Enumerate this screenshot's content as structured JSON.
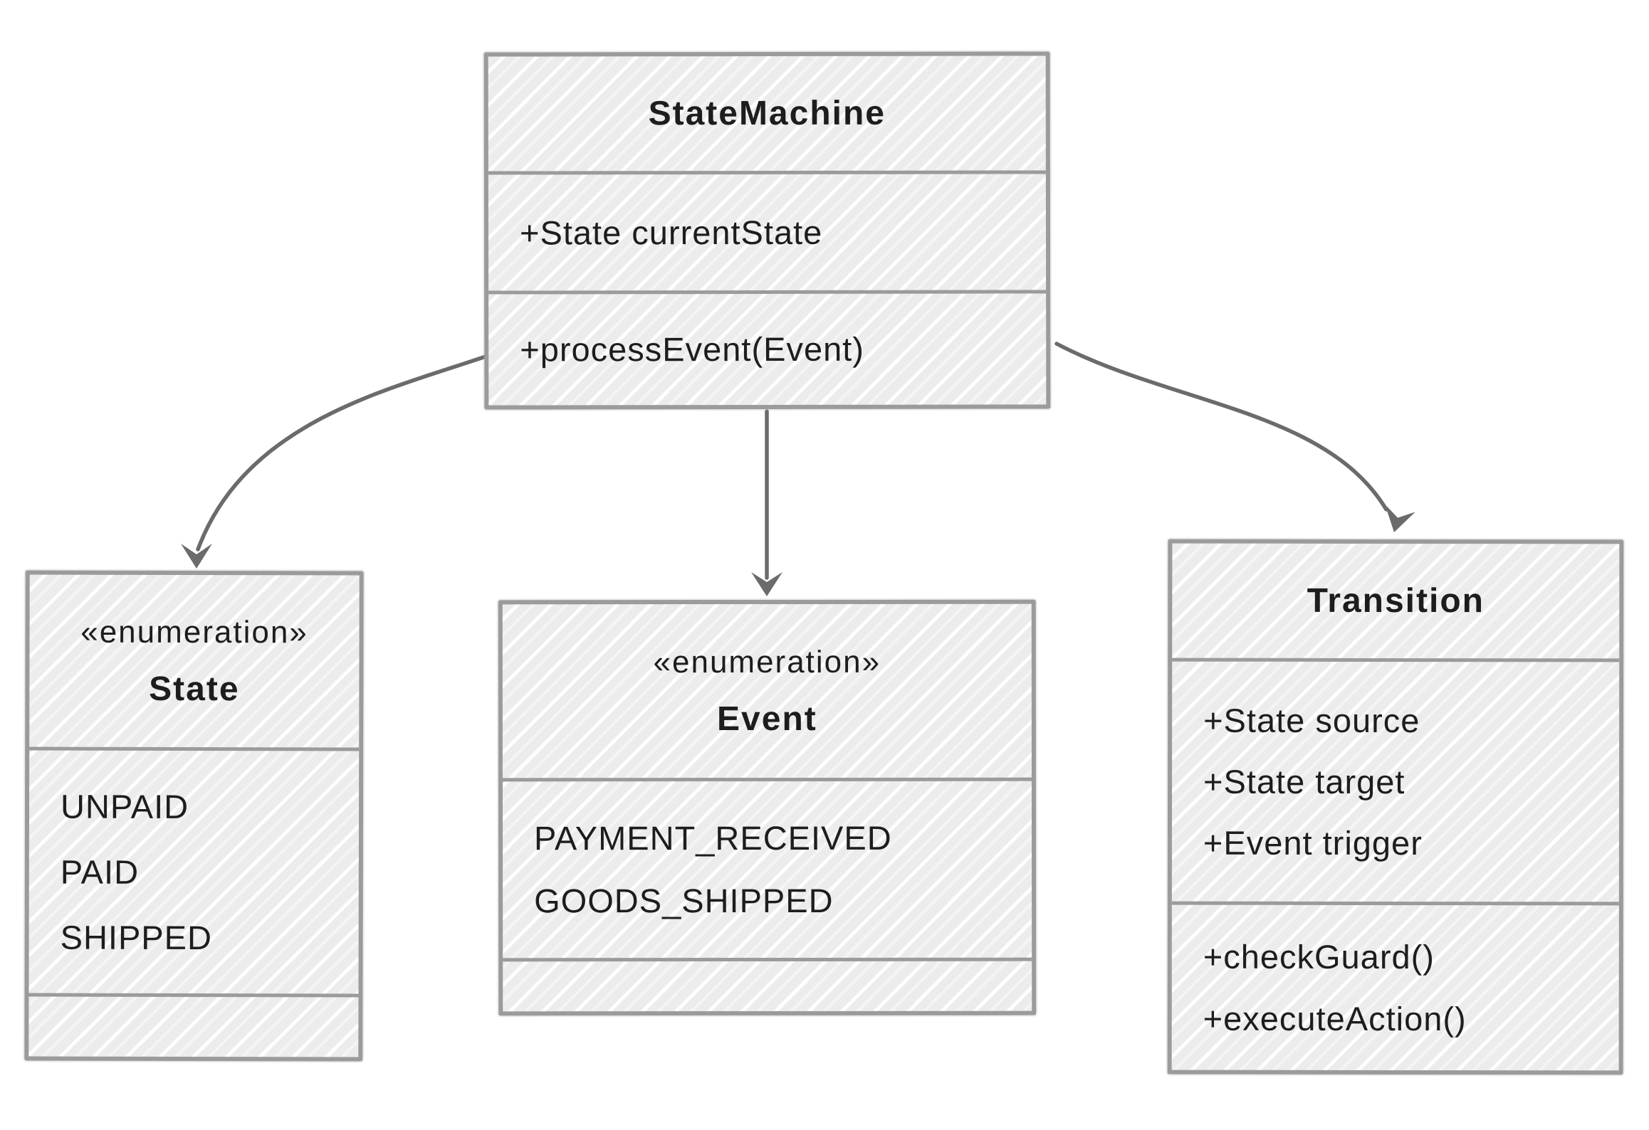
{
  "colors": {
    "background": "#ffffff",
    "box_fill": "#ececec",
    "hatch_stripe": "#ffffff",
    "border": "#9b9b9b",
    "text": "#1d1d1d",
    "arrow": "#6b6b6b"
  },
  "classes": {
    "stateMachine": {
      "name": "StateMachine",
      "attributes": [
        "+State currentState"
      ],
      "methods": [
        "+processEvent(Event)"
      ]
    },
    "stateEnum": {
      "stereotype": "«enumeration»",
      "name": "State",
      "values": [
        "UNPAID",
        "PAID",
        "SHIPPED"
      ]
    },
    "eventEnum": {
      "stereotype": "«enumeration»",
      "name": "Event",
      "values": [
        "PAYMENT_RECEIVED",
        "GOODS_SHIPPED"
      ]
    },
    "transition": {
      "name": "Transition",
      "attributes": [
        "+State source",
        "+State target",
        "+Event trigger"
      ],
      "methods": [
        "+checkGuard()",
        "+executeAction()"
      ]
    }
  },
  "relations": [
    {
      "from": "StateMachine",
      "to": "State"
    },
    {
      "from": "StateMachine",
      "to": "Event"
    },
    {
      "from": "StateMachine",
      "to": "Transition"
    }
  ]
}
